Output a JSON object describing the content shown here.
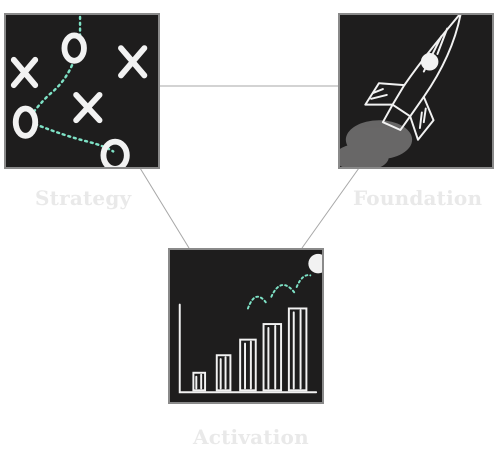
{
  "stages": {
    "strategy": {
      "label": "Strategy",
      "illustration": "tic-tac-toe-play-icon"
    },
    "foundation": {
      "label": "Foundation",
      "illustration": "rocket-icon"
    },
    "activation": {
      "label": "Activation",
      "illustration": "growth-bar-chart-icon"
    }
  },
  "colors": {
    "tile_background": "#1e1d1d",
    "chalk": "#f2f2f2",
    "dotted_path": "#7ee2c6",
    "label_text": "#e9e9e9",
    "connector_line": "#a7a7a7"
  }
}
